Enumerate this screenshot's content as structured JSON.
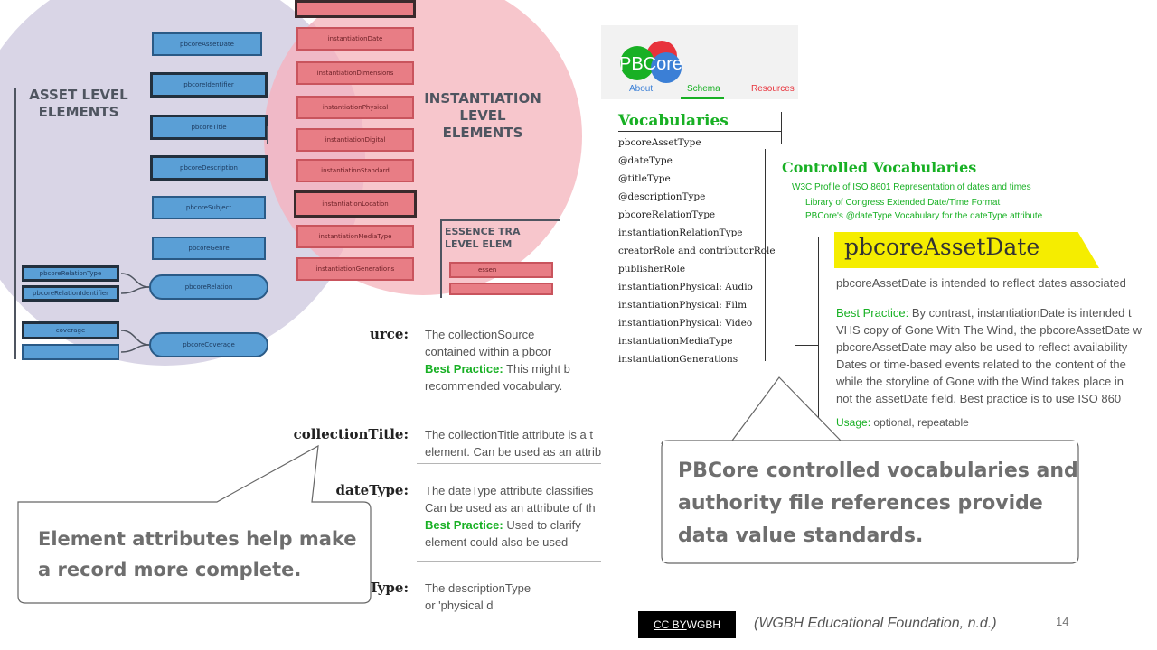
{
  "diagram": {
    "asset_heading_line1": "ASSET LEVEL",
    "asset_heading_line2": "ELEMENTS",
    "instantiation_heading_line1": "INSTANTIATION",
    "instantiation_heading_line2": "LEVEL",
    "instantiation_heading_line3": "ELEMENTS",
    "essence_heading_line1": "ESSENCE TRA",
    "essence_heading_line2": "LEVEL ELEM",
    "essence_box": "essen",
    "asset_boxes": [
      "pbcoreAssetDate",
      "pbcoreIdentifier",
      "pbcoreTitle",
      "pbcoreDescription",
      "pbcoreSubject",
      "pbcoreGenre",
      "pbcoreRelation",
      "pbcoreCoverage"
    ],
    "relation_boxes": [
      "pbcoreRelationType",
      "pbcoreRelationIdentifier"
    ],
    "coverage_box": "coverage",
    "instantiation_boxes": [
      "instantiationDate",
      "instantiationDimensions",
      "instantiationPhysical",
      "instantiationDigital",
      "instantiationStandard",
      "instantiationLocation",
      "instantiationMediaType",
      "instantiationGenerations"
    ]
  },
  "attributes": [
    {
      "name": "urce:",
      "lines": [
        "The collectionSource",
        "contained within a pbcor"
      ],
      "best_practice_label": "Best Practice:",
      "best_practice_text": " This might b",
      "after_lines": [
        "recommended vocabulary."
      ]
    },
    {
      "name": "collectionTitle:",
      "lines": [
        "The collectionTitle attribute is a t",
        "element. Can be used as an attrib"
      ]
    },
    {
      "name": "dateType:",
      "lines": [
        "The dateType attribute classifies",
        "Can be used as an attribute of th"
      ],
      "best_practice_label": "Best Practice:",
      "best_practice_text": " Used to clarify",
      "after_lines": [
        "element could also be used"
      ]
    },
    {
      "name": "Type:",
      "lines": [
        "The descriptionType",
        "or 'physical d"
      ]
    }
  ],
  "site": {
    "logo_text": "PBCore",
    "nav": [
      {
        "label": "About",
        "color": "#3b7fd6"
      },
      {
        "label": "Schema",
        "color": "#18b024"
      },
      {
        "label": "Resources",
        "color": "#e8333c"
      }
    ],
    "vocab_title": "Vocabularies",
    "vocab_items": [
      "pbcoreAssetType",
      "@dateType",
      "@titleType",
      "@descriptionType",
      "pbcoreRelationType",
      "instantiationRelationType",
      "creatorRole and contributorRole",
      "publisherRole",
      "instantiationPhysical: Audio",
      "instantiationPhysical: Film",
      "instantiationPhysical: Video",
      "instantiationMediaType",
      "instantiationGenerations"
    ],
    "controlled_title": "Controlled Vocabularies",
    "controlled_links": [
      "W3C Profile of ISO 8601 Representation of dates and times",
      "Library of Congress Extended Date/Time Format",
      "PBCore's @dateType Vocabulary for the dateType attribute"
    ],
    "element_title": "pbcoreAssetDate",
    "element_intro": "pbcoreAssetDate is intended to reflect dates associated",
    "best_practice_label": "Best Practice:",
    "best_practice_lines": [
      " By contrast, instantiationDate is intended t",
      "VHS copy of Gone With The Wind, the pbcoreAssetDate w",
      "pbcoreAssetDate may also be used to reflect availability",
      "Dates or time-based events related to the content of the",
      "while the storyline of Gone with the Wind takes place in",
      "not the assetDate field. Best practice is to use ISO 860"
    ],
    "usage_label": "Usage:",
    "usage_text": " optional, repeatable"
  },
  "callouts": {
    "left_line1": "Element attributes help make",
    "left_line2": "a record more complete.",
    "right_line1": "PBCore controlled vocabularies and",
    "right_line2": "authority file references provide",
    "right_line3": "data value standards."
  },
  "footer": {
    "license_link": "CC BY",
    "license_owner": " WGBH",
    "citation": "(WGBH Educational Foundation, n.d.)",
    "page_number": "14"
  },
  "colors": {
    "asset_circle": "#d9d5e6",
    "instantiation_circle": "#f7c6cc",
    "best_practice": "#18b024",
    "highlight": "#f5ed00"
  }
}
